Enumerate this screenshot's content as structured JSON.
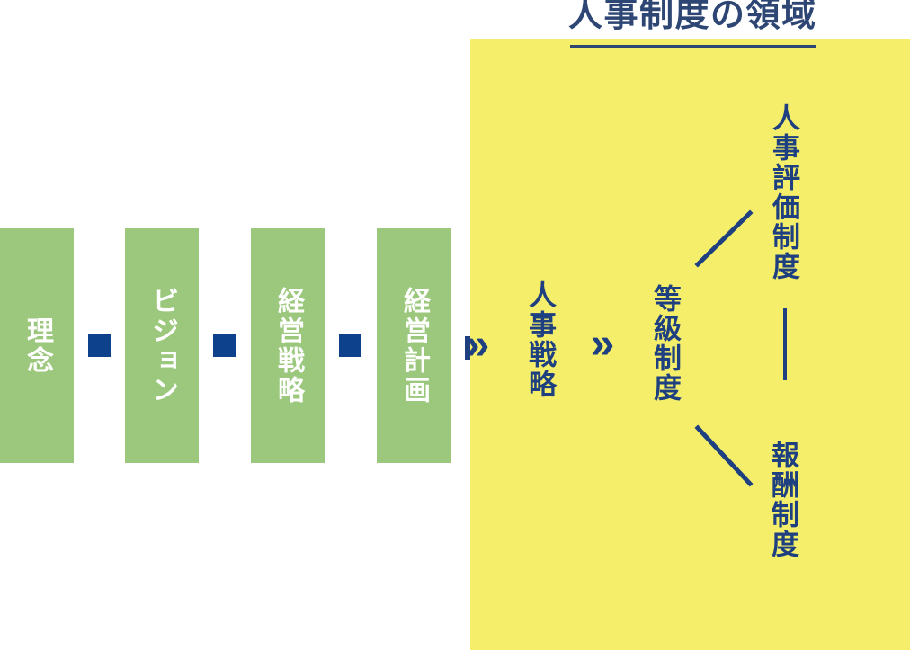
{
  "title": {
    "text": "人事制度の領域"
  },
  "flow": {
    "boxes": [
      {
        "label": "理念"
      },
      {
        "label": "ビジョン"
      },
      {
        "label": "経営戦略"
      },
      {
        "label": "経営計画"
      }
    ]
  },
  "hr_domain": {
    "hr_strategy": "人事戦略",
    "grade_system": "等級制度",
    "evaluation_system": "人事評価制度",
    "compensation_system": "報酬制度"
  },
  "icons": {
    "chevron_double_right": "»"
  },
  "colors": {
    "green_box": "#9cc87e",
    "yellow_panel": "#f5ee6b",
    "navy_text": "#1e4080",
    "square_blue": "#0d418c",
    "title_navy": "#2e4674",
    "box_label_white": "#ffffff"
  }
}
